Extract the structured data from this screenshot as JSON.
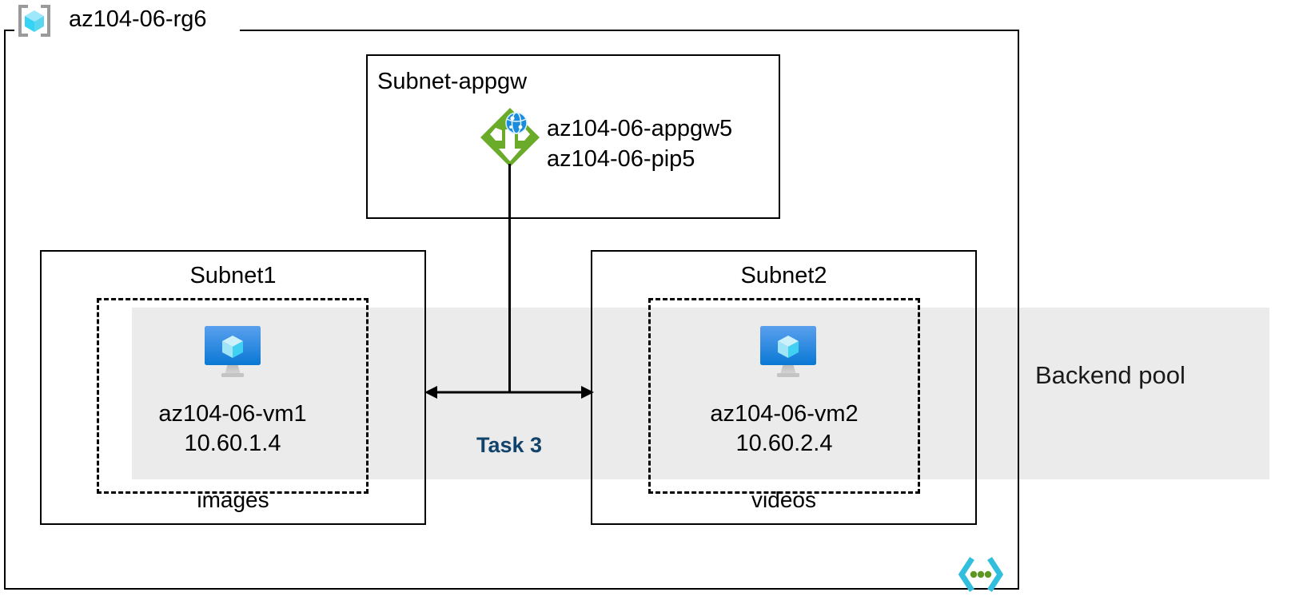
{
  "diagram": {
    "resource_group": {
      "name": "az104-06-rg6",
      "icon": "resource-group-cube-icon"
    },
    "backend_pool": {
      "label": "Backend pool",
      "band_color": "#ebebeb"
    },
    "subnet_appgw": {
      "title": "Subnet-appgw",
      "gateway_icon": "application-gateway-icon",
      "resources": [
        "az104-06-appgw5",
        "az104-06-pip5"
      ]
    },
    "subnets": [
      {
        "title": "Subnet1",
        "vm_icon": "virtual-machine-icon",
        "vm_name": "az104-06-vm1",
        "vm_ip": "10.60.1.4",
        "asg_label": "images"
      },
      {
        "title": "Subnet2",
        "vm_icon": "virtual-machine-icon",
        "vm_name": "az104-06-vm2",
        "vm_ip": "10.60.2.4",
        "asg_label": "videos"
      }
    ],
    "task_annotation": {
      "label": "Task 3",
      "color": "#12436b",
      "arrow": "double-headed-horizontal-arrow"
    },
    "vnet_badge": {
      "icon": "virtual-network-icon",
      "bracket_color": "#32bedd",
      "dot_color": "#5e9624"
    }
  }
}
